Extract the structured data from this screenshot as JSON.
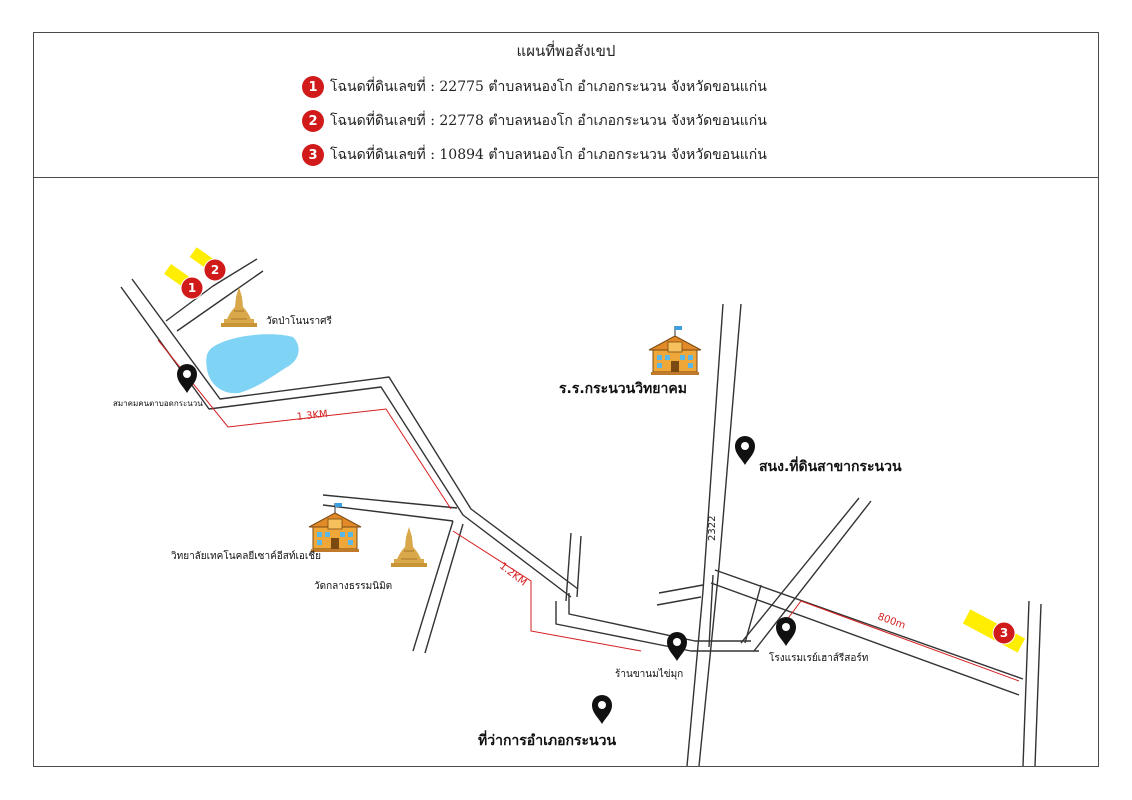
{
  "legend": {
    "title": "แผนที่พอสังเขป",
    "items": [
      {
        "number": "1",
        "text": "โฉนดที่ดินเลขที่ : 22775 ตำบลหนองโก อำเภอกระนวน  จังหวัดขอนแก่น"
      },
      {
        "number": "2",
        "text": "โฉนดที่ดินเลขที่ : 22778 ตำบลหนองโก อำเภอกระนวน  จังหวัดขอนแก่น"
      },
      {
        "number": "3",
        "text": "โฉนดที่ดินเลขที่ : 10894 ตำบลหนองโก อำเภอกระนวน  จังหวัดขอนแก่น"
      }
    ]
  },
  "map": {
    "places": {
      "temple_1": "วัดป่าโนนราศรี",
      "association": "สมาคมคนตาบอดกระนวน",
      "school": "ร.ร.กระนวนวิทยาคม",
      "land_office": "สนง.ที่ดินสาขากระนวน",
      "college": "วิทยาลัยเทคโนคลยีเซาค์อีสท์เอเชีย",
      "temple_2": "วัดกลางธรรมนิมิต",
      "shop": "ร้านขานมไข่มุก",
      "hotel": "โรงแรมเรย์เฮาส์รีสอร์ท",
      "district_office": "ที่ว่าการอำเภอกระนวน"
    },
    "distances": {
      "d1": "1.3KM",
      "d2": "1.2KM",
      "d3": "800m"
    },
    "road_number": "2322",
    "plot_markers": [
      "1",
      "2",
      "3"
    ],
    "colors": {
      "road_line": "#333333",
      "distance_red": "#d41f1f",
      "marker_red": "#d11a1a",
      "plot_yellow": "#ffee00",
      "pond_blue": "#7fd3f5",
      "gold": "#d8a84a",
      "school_orange": "#f0a73a",
      "pin_black": "#111111"
    },
    "icons": [
      "pin-icon",
      "temple-icon",
      "school-icon",
      "plot-marker"
    ]
  }
}
